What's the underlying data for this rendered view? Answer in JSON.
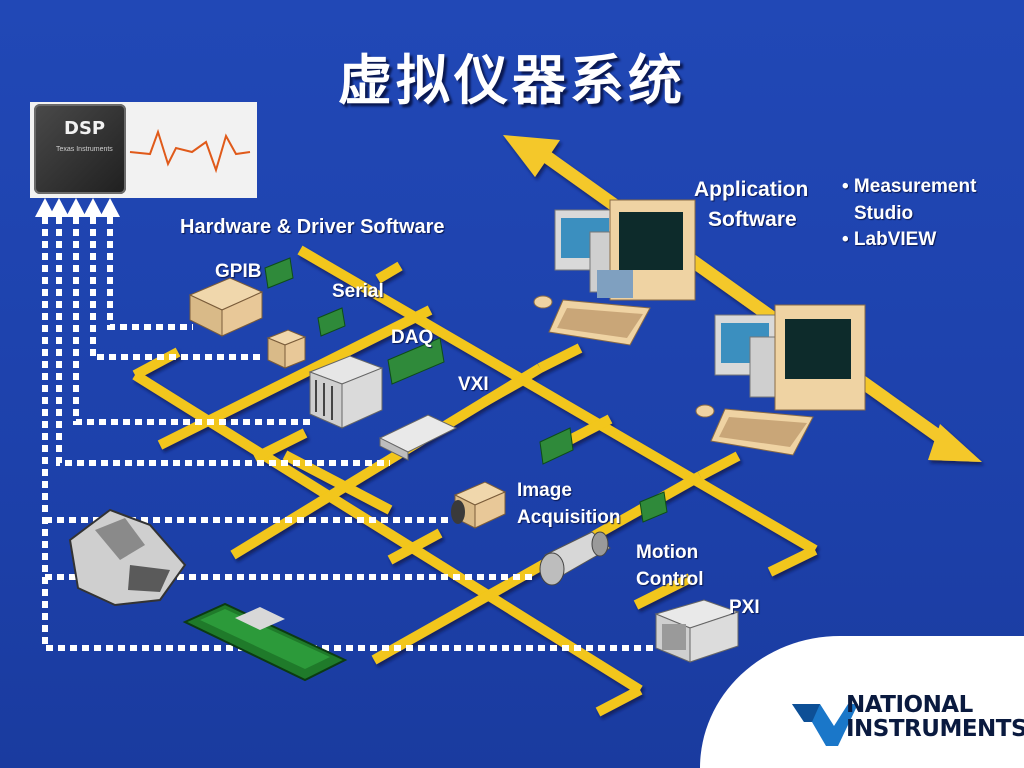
{
  "title": "虚拟仪器系统",
  "dsp_chip": {
    "label": "DSP",
    "maker": "Texas Instruments"
  },
  "labels": {
    "hardware": "Hardware & Driver Software",
    "gpib": "GPIB",
    "serial": "Serial",
    "daq": "DAQ",
    "vxi": "VXI",
    "image_acquisition_line1": "Image",
    "image_acquisition_line2": "Acquisition",
    "motion_control_line1": "Motion",
    "motion_control_line2": "Control",
    "pxi": "PXI",
    "application_line1": "Application",
    "application_line2": "Software"
  },
  "software_list": [
    "• Measurement",
    "Studio",
    "• LabVIEW"
  ],
  "logo": {
    "line1": "NATIONAL",
    "line2": "INSTRUMENTS"
  },
  "colors": {
    "background": "#1d43b0",
    "bus": "#f2c61a",
    "arrow": "#f4c82a",
    "dots": "#ffffff"
  }
}
